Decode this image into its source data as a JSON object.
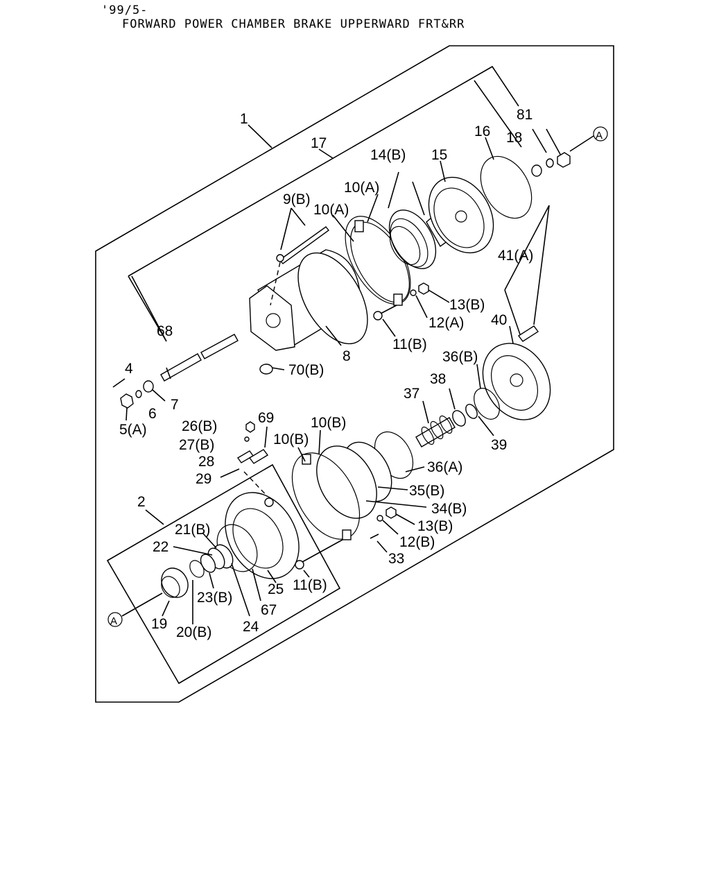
{
  "header": {
    "date_code": "'99/5-",
    "title": "FORWARD POWER CHAMBER BRAKE UPPERWARD FRT&RR"
  },
  "reference_marker": "A",
  "labels": {
    "p1": "1",
    "p2": "2",
    "p4": "4",
    "p5a": "5(A)",
    "p6": "6",
    "p7": "7",
    "p8": "8",
    "p9b": "9(B)",
    "p10a_1": "10(A)",
    "p10a_2": "10(A)",
    "p10b_1": "10(B)",
    "p10b_2": "10(B)",
    "p11b_1": "11(B)",
    "p11b_2": "11(B)",
    "p12a": "12(A)",
    "p12b": "12(B)",
    "p13b_1": "13(B)",
    "p13b_2": "13(B)",
    "p14b": "14(B)",
    "p15": "15",
    "p16": "16",
    "p17": "17",
    "p18": "18",
    "p19": "19",
    "p20b": "20(B)",
    "p21b": "21(B)",
    "p22": "22",
    "p23b": "23(B)",
    "p24": "24",
    "p25": "25",
    "p26b": "26(B)",
    "p27b": "27(B)",
    "p28": "28",
    "p29": "29",
    "p33": "33",
    "p34b": "34(B)",
    "p35b": "35(B)",
    "p36a": "36(A)",
    "p36b": "36(B)",
    "p37": "37",
    "p38": "38",
    "p39": "39",
    "p40": "40",
    "p41a": "41(A)",
    "p67": "67",
    "p68": "68",
    "p69": "69",
    "p70b": "70(B)",
    "p81": "81"
  }
}
